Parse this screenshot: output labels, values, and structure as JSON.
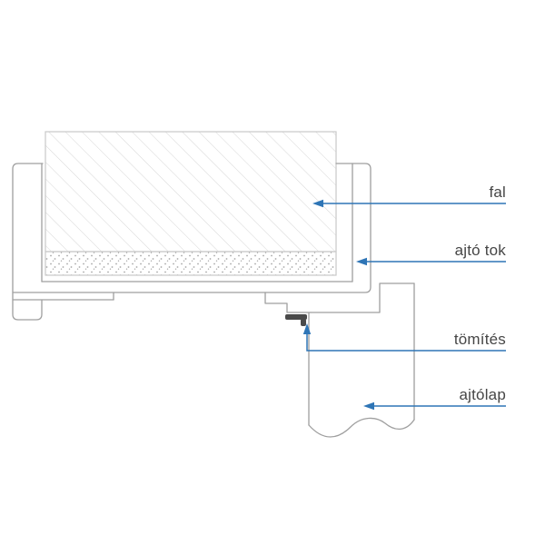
{
  "labels": {
    "fal": "fal",
    "ajto_tok": "ajtó tok",
    "tomites": "tömítés",
    "ajtolap": "ajtólap"
  },
  "colors": {
    "accent": "#2e75b6",
    "line": "#9f9f9f",
    "hatch": "#d6d6d6",
    "dots": "#a8a8a8",
    "text": "#464646",
    "seal": "#4a4a4a",
    "background": "#ffffff"
  }
}
